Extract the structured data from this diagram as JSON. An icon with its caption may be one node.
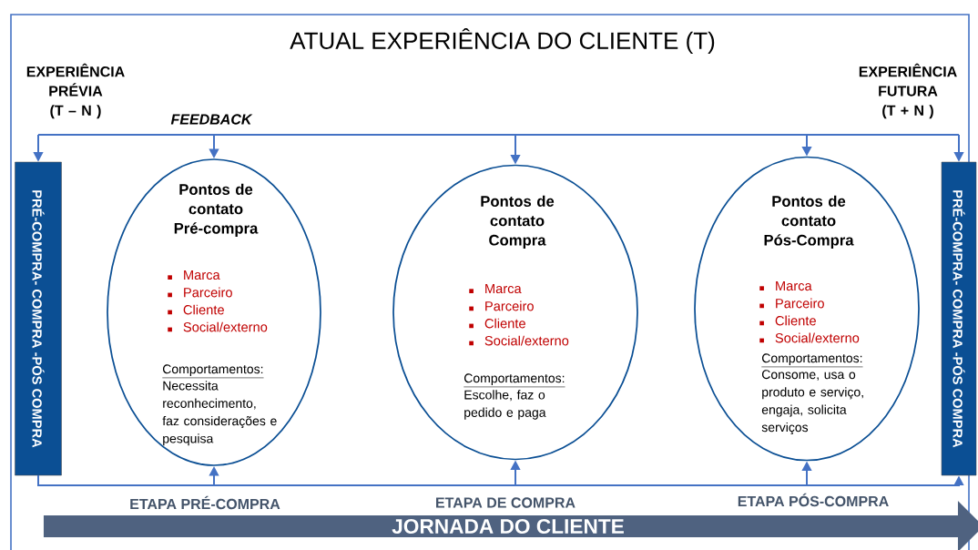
{
  "diagram": {
    "title": "ATUAL EXPERIÊNCIA DO CLIENTE (T)",
    "nodes": [
      {
        "text": [
          "PRÉ-COMPRA- COMPRA -PÓS COMPRA"
        ]
      },
      {
        "text": [
          "Pontos de contato Pré-compra",
          "Marca",
          "Parceiro",
          "Cliente",
          "Social/externo",
          "Comportamentos:",
          "Necessita reconhecimento, faz considerações e pesquisa"
        ]
      },
      {
        "text": [
          "Pontos de contato Compra",
          "Marca",
          "Parceiro",
          "Cliente",
          "Social/externo",
          "Comportamentos:",
          "Escolhe, faz o pedido e paga"
        ]
      },
      {
        "text": [
          "Pontos de contato Pós-Compra",
          "Marca",
          "Parceiro",
          "Cliente",
          "Social/externo",
          "Comportamentos:",
          "Consome, usa o produto e serviço, engaja, solicita serviços"
        ]
      },
      {
        "text": [
          "PRÉ-COMPRA- COMPRA -PÓS COMPRA"
        ]
      },
      {
        "text": [
          "JORNADA DO CLIENTE"
        ]
      }
    ],
    "edges": [
      {
        "from": null,
        "to": 0,
        "arrow": "to"
      },
      {
        "from": null,
        "to": 1,
        "arrow": "to"
      },
      {
        "from": null,
        "to": 2,
        "arrow": "to"
      },
      {
        "from": null,
        "to": 3,
        "arrow": "to"
      },
      {
        "from": null,
        "to": 4,
        "arrow": "to"
      },
      {
        "from": 0,
        "to": 1,
        "arrow": "to"
      },
      {
        "from": 0,
        "to": 2,
        "arrow": "to"
      },
      {
        "from": 0,
        "to": 3,
        "arrow": "to"
      },
      {
        "from": 0,
        "to": 4,
        "arrow": "to"
      }
    ],
    "labels": [
      "EXPERIÊNCIA PRÉVIA (T – N )",
      "FEEDBACK",
      "EXPERIÊNCIA FUTURA (T + N )",
      "ETAPA PRÉ-COMPRA",
      "ETAPA DE COMPRA",
      "ETAPA PÓS-COMPRA"
    ]
  }
}
